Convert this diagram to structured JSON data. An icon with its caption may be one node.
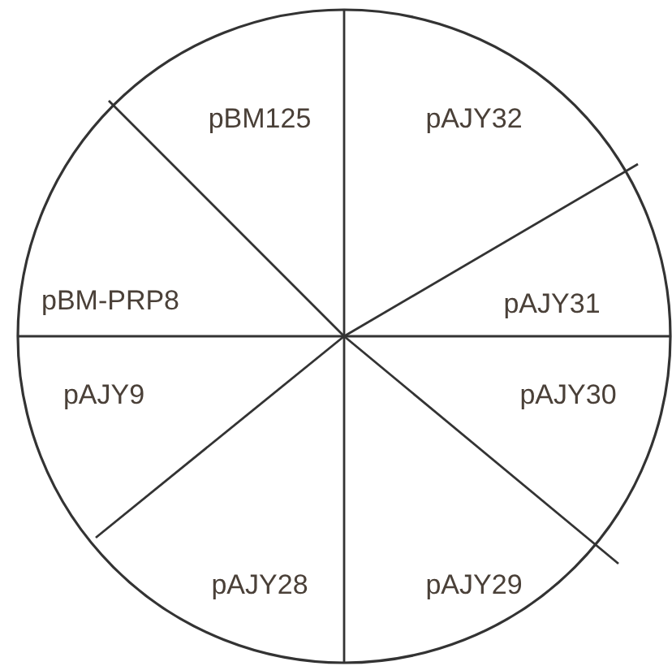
{
  "diagram": {
    "nodes": [
      {
        "text": [],
        "shape": "circle"
      }
    ],
    "labels": [
      "pBM125",
      "pAJY32",
      "pBM-PRP8",
      "pAJY31",
      "pAJY9",
      "pAJY30",
      "pAJY28",
      "pAJY29"
    ]
  }
}
